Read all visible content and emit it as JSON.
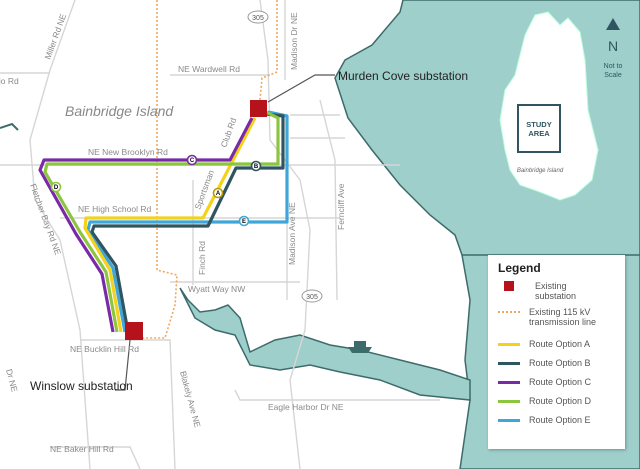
{
  "island_label": "Bainbridge Island",
  "substations": {
    "murden": "Murden Cove substation",
    "winslow": "Winslow substation"
  },
  "roads": [
    "Miller Rd NE",
    "NE Wardwell Rd",
    "Madison Dr NE",
    "NE New Brooklyn Rd",
    "Club Rd",
    "Sportsman",
    "NE High School Rd",
    "Fletcher Bay Rd NE",
    "Finch Rd",
    "Madison Ave NE",
    "Ferncliff Ave",
    "Wyatt Way NW",
    "NE Bucklin Hill Rd",
    "Eagle Harbor Dr NE",
    "Blakely Ave NE",
    "NE Baker Hill Rd",
    "lio Rd",
    "Dr NE"
  ],
  "highway": "305",
  "route_markers": [
    "A",
    "B",
    "C",
    "D",
    "E"
  ],
  "inset": {
    "study_area": "STUDY AREA",
    "island": "Bainbridge Island",
    "north": "N",
    "scale_note": "Not to Scale"
  },
  "legend": {
    "title": "Legend",
    "items": [
      {
        "label": "Existing substation",
        "color": "#b5121b"
      },
      {
        "label": "Existing 115 kV transmission line",
        "color": "#f0a860"
      },
      {
        "label": "Route Option A",
        "color": "#f5d21a"
      },
      {
        "label": "Route Option B",
        "color": "#2f5560"
      },
      {
        "label": "Route Option C",
        "color": "#7a2aa8"
      },
      {
        "label": "Route Option D",
        "color": "#8cc63f"
      },
      {
        "label": "Route Option E",
        "color": "#3ea6d8"
      }
    ]
  },
  "colors": {
    "water": "#9ecfcb",
    "water_edge": "#3d6b6b"
  }
}
